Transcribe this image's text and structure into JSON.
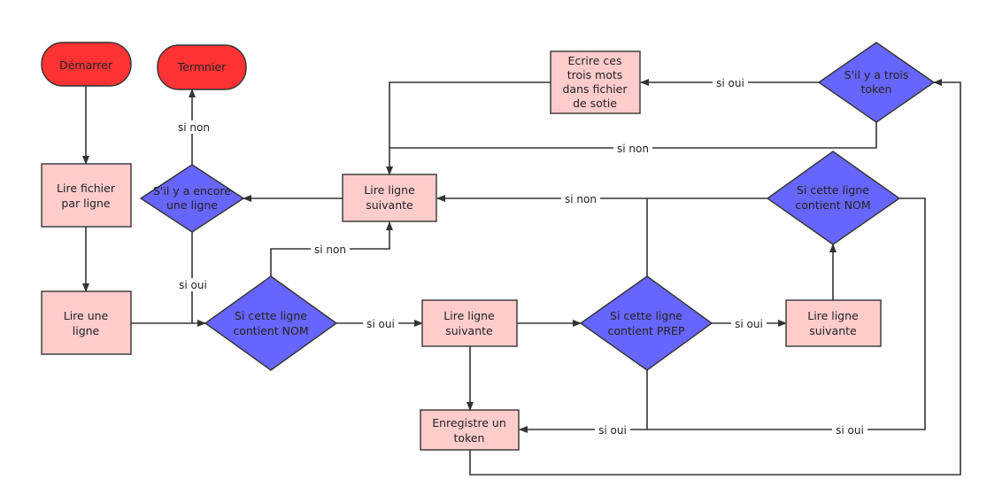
{
  "colors": {
    "terminal": "#ff3333",
    "process": "#ffcccc",
    "decision": "#6666ff",
    "line": "#333333"
  },
  "nodes": {
    "start": "Démarrer",
    "end": "Termnier",
    "read_file": [
      "Lire fichier",
      "par ligne"
    ],
    "read_line": [
      "Lire une",
      "ligne"
    ],
    "decision_more_lines": [
      "S'il y a encore",
      "une ligne"
    ],
    "decision_nom": [
      "Si cette ligne",
      "contient NOM"
    ],
    "read_next_top": [
      "Lire ligne",
      "suivante"
    ],
    "read_next_mid": [
      "Lire ligne",
      "suivante"
    ],
    "decision_prep": [
      "Si cette ligne",
      "contient PREP"
    ],
    "read_next_right": [
      "Lire ligne",
      "suivante"
    ],
    "decision_nom2": [
      "Si cette ligne",
      "contient NOM"
    ],
    "save_token": [
      "Enregistre un",
      "token"
    ],
    "decision_three": [
      "S'il y a trois",
      "token"
    ],
    "write_three": [
      "Ecrire ces",
      "trois mots",
      "dans fichier",
      "de sotie"
    ]
  },
  "edges": {
    "more_no": "si non",
    "more_yes": "si oui",
    "nom_no": "si non",
    "nom_yes": "si oui",
    "prep_yes": "si oui",
    "prep_no_save": "si oui",
    "nom2_no": "si non",
    "nom2_yes": "si oui",
    "three_yes": "si oui",
    "three_no": "si non"
  }
}
